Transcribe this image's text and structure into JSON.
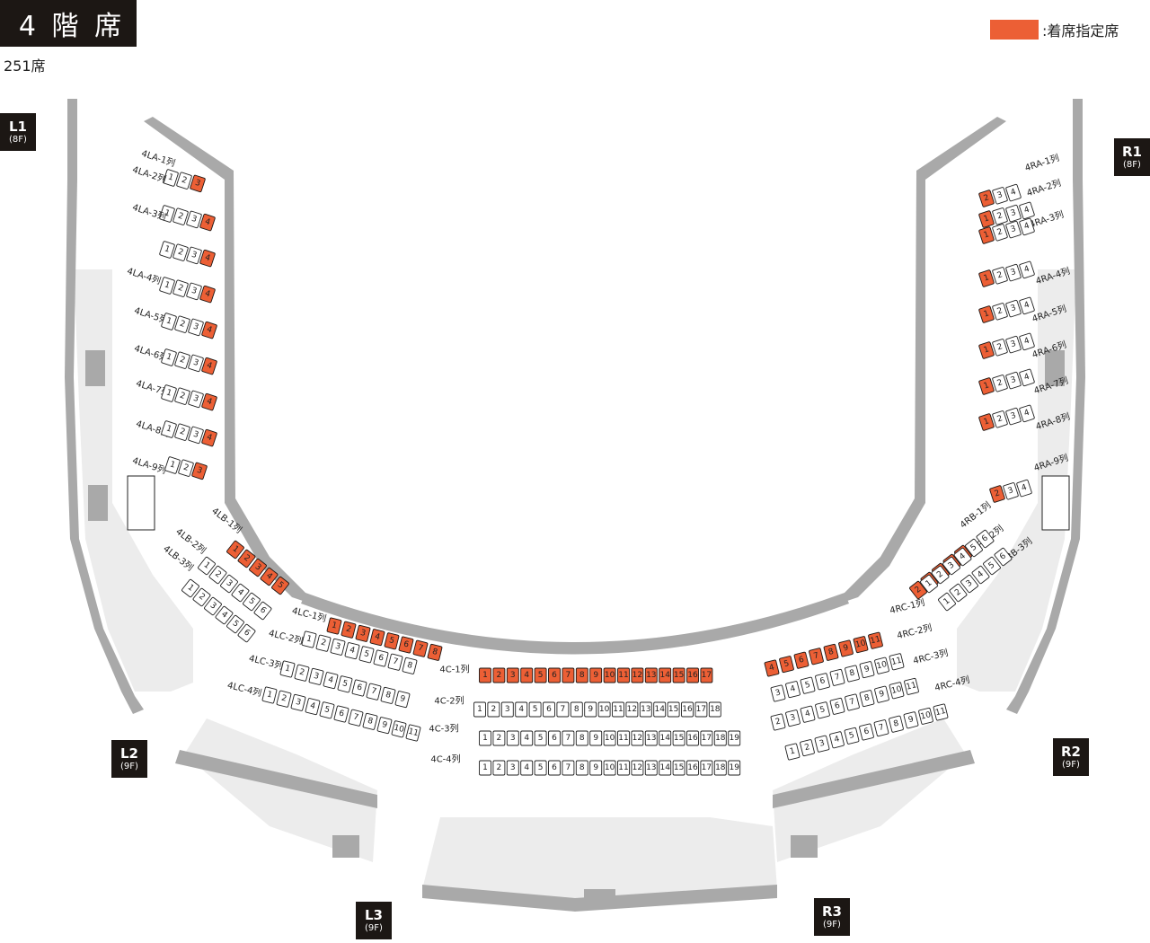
{
  "header": {
    "title": "4 階 席",
    "seat_count": "251席"
  },
  "legend": {
    "label": ":着席指定席",
    "color": "#ec5f35"
  },
  "entrances": [
    {
      "name": "L1",
      "floor": "(8F)"
    },
    {
      "name": "R1",
      "floor": "(8F)"
    },
    {
      "name": "L2",
      "floor": "(9F)"
    },
    {
      "name": "R2",
      "floor": "(9F)"
    },
    {
      "name": "L3",
      "floor": "(9F)"
    },
    {
      "name": "R3",
      "floor": "(9F)"
    }
  ],
  "colors": {
    "reserved": "#ec5f35",
    "wall": "#a9a9a9",
    "floor": "#ececec",
    "label_bg": "#1c1714"
  },
  "blocks": [
    {
      "id": "4LA",
      "rows": [
        {
          "label": "4LA-1列",
          "seats": [
            "1",
            "2",
            "3"
          ],
          "reserved": [
            "3"
          ]
        },
        {
          "label": "4LA-2列",
          "seats": [
            "1",
            "2",
            "3",
            "4"
          ],
          "reserved": [
            "4"
          ]
        },
        {
          "label": "4LA-3列",
          "seats": [
            "1",
            "2",
            "3",
            "4"
          ],
          "reserved": [
            "4"
          ]
        },
        {
          "label": "4LA-4列",
          "seats": [
            "1",
            "2",
            "3",
            "4"
          ],
          "reserved": [
            "4"
          ]
        },
        {
          "label": "4LA-5列",
          "seats": [
            "1",
            "2",
            "3",
            "4"
          ],
          "reserved": [
            "4"
          ]
        },
        {
          "label": "4LA-6列",
          "seats": [
            "1",
            "2",
            "3",
            "4"
          ],
          "reserved": [
            "4"
          ]
        },
        {
          "label": "4LA-7列",
          "seats": [
            "1",
            "2",
            "3",
            "4"
          ],
          "reserved": [
            "4"
          ]
        },
        {
          "label": "4LA-8列",
          "seats": [
            "1",
            "2",
            "3",
            "4"
          ],
          "reserved": [
            "4"
          ]
        },
        {
          "label": "4LA-9列",
          "seats": [
            "1",
            "2",
            "3"
          ],
          "reserved": [
            "3"
          ]
        }
      ]
    },
    {
      "id": "4RA",
      "rows": [
        {
          "label": "4RA-1列",
          "seats": [
            "2",
            "3",
            "4"
          ],
          "reserved": [
            "2"
          ]
        },
        {
          "label": "4RA-2列",
          "seats": [
            "1",
            "2",
            "3",
            "4"
          ],
          "reserved": [
            "1"
          ]
        },
        {
          "label": "4RA-3列",
          "seats": [
            "1",
            "2",
            "3",
            "4"
          ],
          "reserved": [
            "1"
          ]
        },
        {
          "label": "4RA-4列",
          "seats": [
            "1",
            "2",
            "3",
            "4"
          ],
          "reserved": [
            "1"
          ]
        },
        {
          "label": "4RA-5列",
          "seats": [
            "1",
            "2",
            "3",
            "4"
          ],
          "reserved": [
            "1"
          ]
        },
        {
          "label": "4RA-6列",
          "seats": [
            "1",
            "2",
            "3",
            "4"
          ],
          "reserved": [
            "1"
          ]
        },
        {
          "label": "4RA-7列",
          "seats": [
            "1",
            "2",
            "3",
            "4"
          ],
          "reserved": [
            "1"
          ]
        },
        {
          "label": "4RA-8列",
          "seats": [
            "1",
            "2",
            "3",
            "4"
          ],
          "reserved": [
            "1"
          ]
        },
        {
          "label": "4RA-9列",
          "seats": [
            "2",
            "3",
            "4"
          ],
          "reserved": [
            "2"
          ]
        }
      ]
    },
    {
      "id": "4LB",
      "rows": [
        {
          "label": "4LB-1列",
          "seats": [
            "1",
            "2",
            "3",
            "4",
            "5"
          ],
          "reserved": [
            "1",
            "2",
            "3",
            "4",
            "5"
          ]
        },
        {
          "label": "4LB-2列",
          "seats": [
            "1",
            "2",
            "3",
            "4",
            "5",
            "6"
          ],
          "reserved": []
        },
        {
          "label": "4LB-3列",
          "seats": [
            "1",
            "2",
            "3",
            "4",
            "5",
            "6"
          ],
          "reserved": []
        }
      ]
    },
    {
      "id": "4RB",
      "rows": [
        {
          "label": "4RB-1列",
          "seats": [
            "2",
            "3",
            "4",
            "5",
            "6"
          ],
          "reserved": [
            "2",
            "3",
            "4",
            "5",
            "6"
          ]
        },
        {
          "label": "4RB-2列",
          "seats": [
            "1",
            "2",
            "3",
            "4",
            "5",
            "6"
          ],
          "reserved": []
        },
        {
          "label": "4RB-3列",
          "seats": [
            "1",
            "2",
            "3",
            "4",
            "5",
            "6"
          ],
          "reserved": []
        }
      ]
    },
    {
      "id": "4LC",
      "rows": [
        {
          "label": "4LC-1列",
          "seats": [
            "1",
            "2",
            "3",
            "4",
            "5",
            "6",
            "7",
            "8"
          ],
          "reserved": [
            "1",
            "2",
            "3",
            "4",
            "5",
            "6",
            "7",
            "8"
          ]
        },
        {
          "label": "4LC-2列",
          "seats": [
            "1",
            "2",
            "3",
            "4",
            "5",
            "6",
            "7",
            "8"
          ],
          "reserved": []
        },
        {
          "label": "4LC-3列",
          "seats": [
            "1",
            "2",
            "3",
            "4",
            "5",
            "6",
            "7",
            "8",
            "9"
          ],
          "reserved": []
        },
        {
          "label": "4LC-4列",
          "seats": [
            "1",
            "2",
            "3",
            "4",
            "5",
            "6",
            "7",
            "8",
            "9",
            "10",
            "11"
          ],
          "reserved": []
        }
      ]
    },
    {
      "id": "4C",
      "rows": [
        {
          "label": "4C-1列",
          "seats": [
            "1",
            "2",
            "3",
            "4",
            "5",
            "6",
            "7",
            "8",
            "9",
            "10",
            "11",
            "12",
            "13",
            "14",
            "15",
            "16",
            "17"
          ],
          "reserved": [
            "1",
            "2",
            "3",
            "4",
            "5",
            "6",
            "7",
            "8",
            "9",
            "10",
            "11",
            "12",
            "13",
            "14",
            "15",
            "16",
            "17"
          ]
        },
        {
          "label": "4C-2列",
          "seats": [
            "1",
            "2",
            "3",
            "4",
            "5",
            "6",
            "7",
            "8",
            "9",
            "10",
            "11",
            "12",
            "13",
            "14",
            "15",
            "16",
            "17",
            "18"
          ],
          "reserved": []
        },
        {
          "label": "4C-3列",
          "seats": [
            "1",
            "2",
            "3",
            "4",
            "5",
            "6",
            "7",
            "8",
            "9",
            "10",
            "11",
            "12",
            "13",
            "14",
            "15",
            "16",
            "17",
            "18",
            "19"
          ],
          "reserved": []
        },
        {
          "label": "4C-4列",
          "seats": [
            "1",
            "2",
            "3",
            "4",
            "5",
            "6",
            "7",
            "8",
            "9",
            "10",
            "11",
            "12",
            "13",
            "14",
            "15",
            "16",
            "17",
            "18",
            "19"
          ],
          "reserved": []
        }
      ]
    },
    {
      "id": "4RC",
      "rows": [
        {
          "label": "4RC-1列",
          "seats": [
            "4",
            "5",
            "6",
            "7",
            "8",
            "9",
            "10",
            "11"
          ],
          "reserved": [
            "4",
            "5",
            "6",
            "7",
            "8",
            "9",
            "10",
            "11"
          ]
        },
        {
          "label": "4RC-2列",
          "seats": [
            "3",
            "4",
            "5",
            "6",
            "7",
            "8",
            "9",
            "10",
            "11"
          ],
          "reserved": []
        },
        {
          "label": "4RC-3列",
          "seats": [
            "2",
            "3",
            "4",
            "5",
            "6",
            "7",
            "8",
            "9",
            "10",
            "11"
          ],
          "reserved": []
        },
        {
          "label": "4RC-4列",
          "seats": [
            "1",
            "2",
            "3",
            "4",
            "5",
            "6",
            "7",
            "8",
            "9",
            "10",
            "11"
          ],
          "reserved": []
        }
      ]
    }
  ]
}
